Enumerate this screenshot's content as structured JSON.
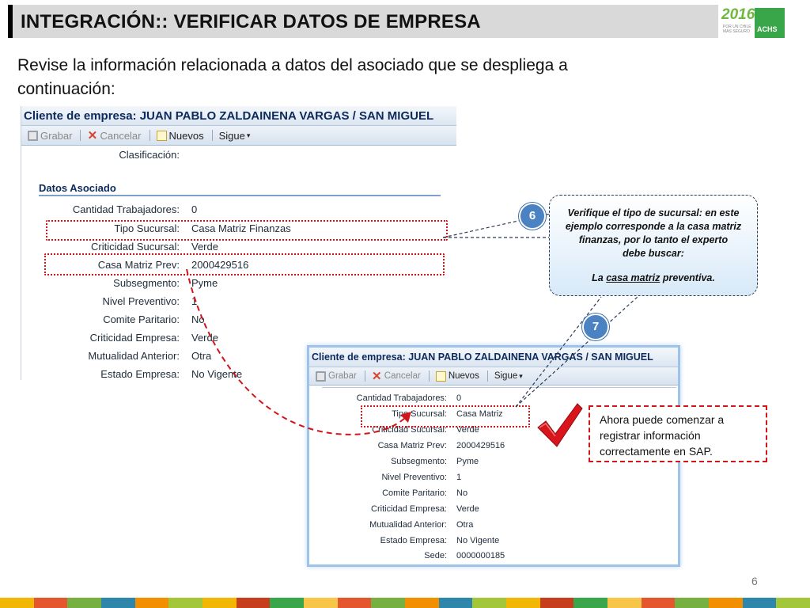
{
  "slide": {
    "title": "INTEGRACIÓN:: VERIFICAR DATOS DE EMPRESA",
    "intro": "Revise la información relacionada a datos del asociado que se despliega a continuación:",
    "page_number": "6",
    "logo": {
      "year": "2016",
      "tagline": "POR UN CHILE MÁS SEGURO",
      "brand": "ACHS",
      "brand_color": "#3aa64a"
    }
  },
  "sap_top": {
    "header": "Cliente de empresa: JUAN PABLO ZALDAINENA VARGAS / SAN MIGUEL",
    "toolbar": {
      "save": "Grabar",
      "cancel": "Cancelar",
      "new": "Nuevos",
      "next": "Sigue"
    },
    "clasificacion_label": "Clasificación:",
    "section": "Datos Asociado",
    "fields": [
      {
        "label": "Cantidad Trabajadores:",
        "value": "0"
      },
      {
        "label": "Tipo Sucursal:",
        "value": "Casa Matriz Finanzas"
      },
      {
        "label": "Criticidad Sucursal:",
        "value": "Verde"
      },
      {
        "label": "Casa Matriz Prev:",
        "value": "2000429516"
      },
      {
        "label": "Subsegmento:",
        "value": "Pyme"
      },
      {
        "label": "Nivel Preventivo:",
        "value": "1"
      },
      {
        "label": "Comite Paritario:",
        "value": "No"
      },
      {
        "label": "Criticidad Empresa:",
        "value": "Verde"
      },
      {
        "label": "Mutualidad Anterior:",
        "value": "Otra"
      },
      {
        "label": "Estado Empresa:",
        "value": "No Vigente"
      }
    ]
  },
  "sap_bottom": {
    "header": "Cliente de empresa: JUAN PABLO ZALDAINENA VARGAS / SAN MIGUEL",
    "toolbar": {
      "save": "Grabar",
      "cancel": "Cancelar",
      "new": "Nuevos",
      "next": "Sigue"
    },
    "fields": [
      {
        "label": "Cantidad Trabajadores:",
        "value": "0"
      },
      {
        "label": "Tipo Sucursal:",
        "value": "Casa Matriz"
      },
      {
        "label": "Criticidad Sucursal:",
        "value": "Verde"
      },
      {
        "label": "Casa Matriz Prev:",
        "value": "2000429516"
      },
      {
        "label": "Subsegmento:",
        "value": "Pyme"
      },
      {
        "label": "Nivel Preventivo:",
        "value": "1"
      },
      {
        "label": "Comite Paritario:",
        "value": "No"
      },
      {
        "label": "Criticidad Empresa:",
        "value": "Verde"
      },
      {
        "label": "Mutualidad Anterior:",
        "value": "Otra"
      },
      {
        "label": "Estado Empresa:",
        "value": "No Vigente"
      },
      {
        "label": "Sede:",
        "value": "0000000185"
      }
    ]
  },
  "callout": {
    "line1": "Verifique  el tipo de sucursal: en este",
    "line2": "ejemplo corresponde a la casa matriz",
    "line3": "finanzas, por lo tanto el  experto",
    "line4": "debe buscar:",
    "line5_prefix": "La ",
    "line5_link": "casa matriz",
    "line5_suffix": " preventiva."
  },
  "badges": {
    "six": "6",
    "seven": "7"
  },
  "note": {
    "line1": "Ahora puede comenzar a",
    "line2": "registrar  información",
    "line3": "correctamente en SAP."
  },
  "colors": {
    "highlight": "#d0161b",
    "badge": "#4b82c2",
    "sap_header_text": "#0d2a5c"
  }
}
